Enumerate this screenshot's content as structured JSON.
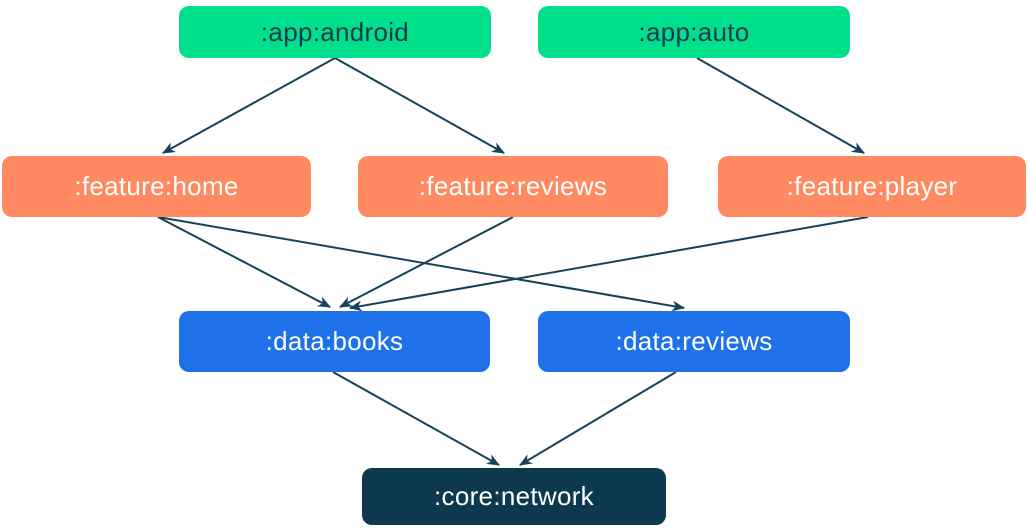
{
  "diagram": {
    "kind": "module-dependency-graph",
    "background": "#ffffff",
    "edge_color": "#15425a",
    "colors": {
      "app_node": "#00df8c",
      "feature_node": "#ff8a61",
      "data_node": "#1e71e8",
      "core_node": "#0c394e",
      "text_on_app": "#11384e",
      "text_on_other": "#ffffff"
    },
    "nodes": {
      "app_android": {
        "label": ":app:android",
        "tier": "app"
      },
      "app_auto": {
        "label": ":app:auto",
        "tier": "app"
      },
      "feature_home": {
        "label": ":feature:home",
        "tier": "feature"
      },
      "feature_reviews": {
        "label": ":feature:reviews",
        "tier": "feature"
      },
      "feature_player": {
        "label": ":feature:player",
        "tier": "feature"
      },
      "data_books": {
        "label": ":data:books",
        "tier": "data"
      },
      "data_reviews": {
        "label": ":data:reviews",
        "tier": "data"
      },
      "core_network": {
        "label": ":core:network",
        "tier": "core"
      }
    },
    "edges": [
      {
        "from": ":app:android",
        "to": ":feature:home"
      },
      {
        "from": ":app:android",
        "to": ":feature:reviews"
      },
      {
        "from": ":app:auto",
        "to": ":feature:player"
      },
      {
        "from": ":feature:home",
        "to": ":data:books"
      },
      {
        "from": ":feature:home",
        "to": ":data:reviews"
      },
      {
        "from": ":feature:reviews",
        "to": ":data:books"
      },
      {
        "from": ":feature:player",
        "to": ":data:books"
      },
      {
        "from": ":data:books",
        "to": ":core:network"
      },
      {
        "from": ":data:reviews",
        "to": ":core:network"
      }
    ]
  }
}
